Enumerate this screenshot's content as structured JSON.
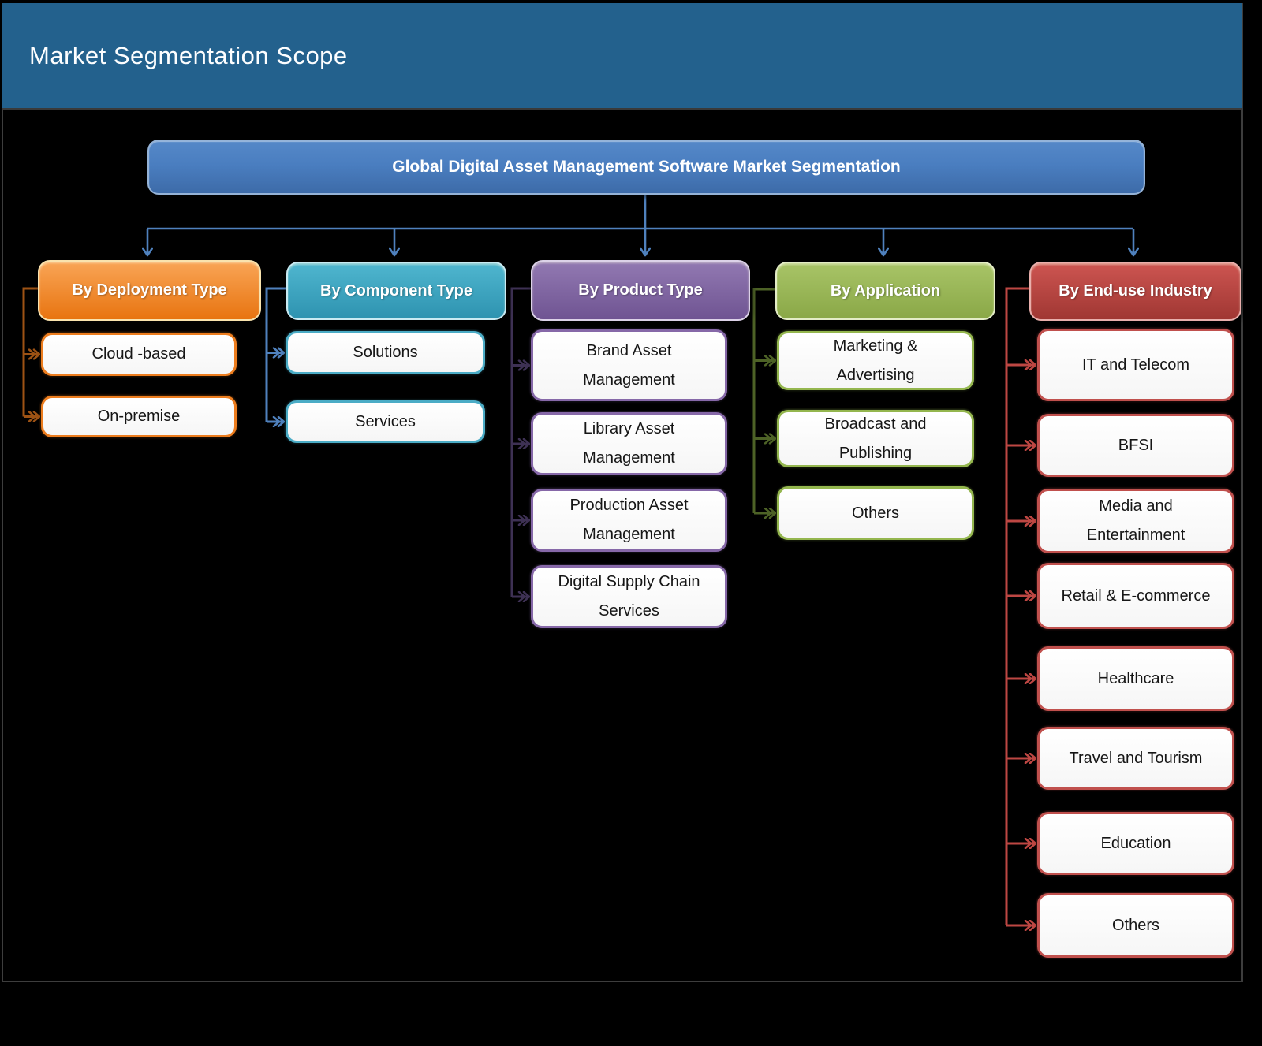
{
  "slide": {
    "title": "Market Segmentation Scope"
  },
  "root": {
    "label": "Global Digital Asset Management Software Market Segmentation"
  },
  "columns": [
    {
      "id": "deployment",
      "label": "By Deployment Type",
      "children": [
        "Cloud -based",
        "On-premise"
      ],
      "header_gradient": [
        "#f9a556",
        "#e87410"
      ],
      "header_border": "#f9e3ae",
      "node_border": "#ed7d1e",
      "connector": "#9d5214"
    },
    {
      "id": "component",
      "label": "By Component Type",
      "children": [
        "Solutions",
        "Services"
      ],
      "header_gradient": [
        "#4fb6cf",
        "#2e93b0"
      ],
      "header_border": "#c9eaf2",
      "node_border": "#4bacc6",
      "connector": "#4f81bd"
    },
    {
      "id": "product",
      "label": "By Product Type",
      "children": [
        "Brand Asset Management",
        "Library Asset Management",
        "Production Asset Management",
        "Digital Supply Chain Services"
      ],
      "header_gradient": [
        "#9279b2",
        "#6f5492"
      ],
      "header_border": "#dcd2e8",
      "node_border": "#8668a8",
      "connector": "#3e3154"
    },
    {
      "id": "application",
      "label": "By Application",
      "children": [
        "Marketing & Advertising",
        "Broadcast and Publishing",
        "Others"
      ],
      "header_gradient": [
        "#a8c467",
        "#8aa847"
      ],
      "header_border": "#e3ecc6",
      "node_border": "#94b64e",
      "connector": "#4d6226"
    },
    {
      "id": "end-use",
      "label": "By End-use Industry",
      "children": [
        "IT and Telecom",
        "BFSI",
        "Media and Entertainment",
        "Retail & E-commerce",
        "Healthcare",
        "Travel and Tourism",
        "Education",
        "Others"
      ],
      "header_gradient": [
        "#cd5551",
        "#a03733"
      ],
      "header_border": "#e9afac",
      "node_border": "#c0504d",
      "connector": "#be4743"
    }
  ],
  "colors": {
    "background": "#000000",
    "title_bar": "#23618D",
    "top_connector": "#4f81bd",
    "root_border": "#95b3d7"
  }
}
